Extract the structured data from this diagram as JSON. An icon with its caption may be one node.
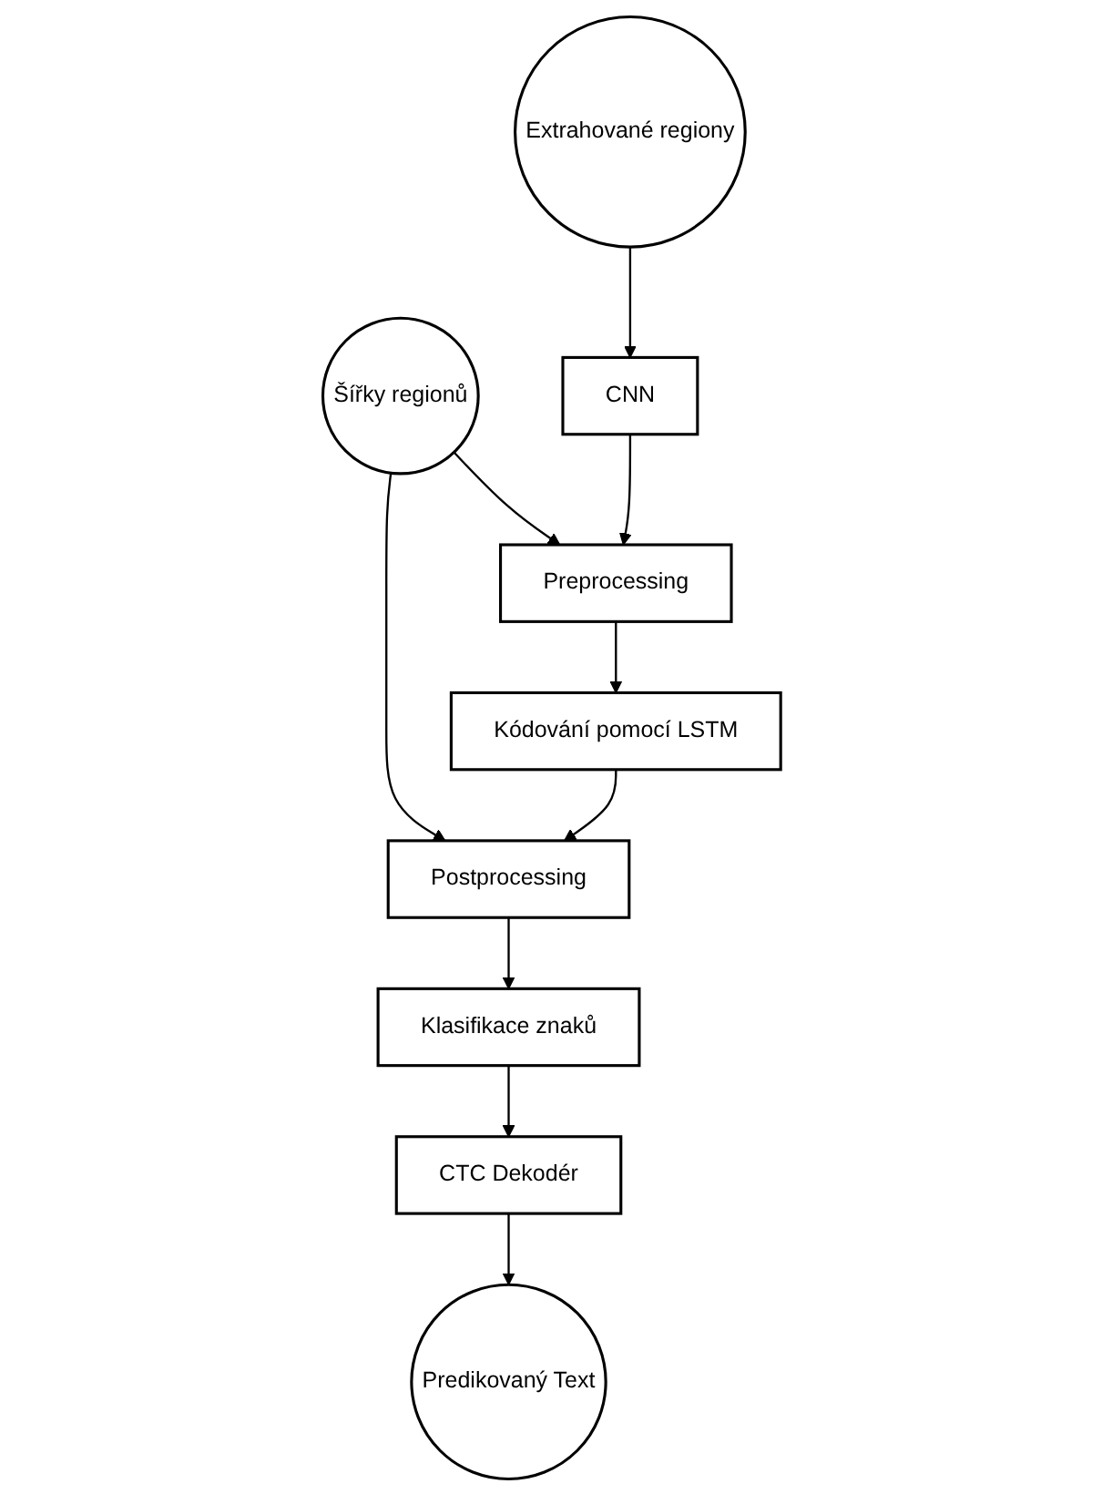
{
  "diagram": {
    "nodes": [
      {
        "text": [
          "Šířky regionů"
        ]
      },
      {
        "text": [
          "Extrahované regiony"
        ]
      },
      {
        "text": [
          "Preprocessing"
        ]
      },
      {
        "text": [
          "CNN"
        ]
      },
      {
        "text": [
          "Kódování pomocí LSTM"
        ]
      },
      {
        "text": [
          "Postprocessing"
        ]
      },
      {
        "text": [
          "Klasifikace znaků"
        ]
      },
      {
        "text": [
          "CTC Dekodér"
        ]
      },
      {
        "text": [
          "Predikovaný Text"
        ]
      }
    ],
    "edges": [
      {
        "from": 0,
        "to": 2,
        "arrow": "to"
      },
      {
        "from": 0,
        "to": 5,
        "arrow": "to"
      },
      {
        "from": 1,
        "to": 3,
        "arrow": "to"
      },
      {
        "from": 3,
        "to": 2,
        "arrow": "to"
      },
      {
        "from": 2,
        "to": 4,
        "arrow": "to"
      },
      {
        "from": 4,
        "to": 5,
        "arrow": "to"
      },
      {
        "from": 5,
        "to": 6,
        "arrow": "to"
      },
      {
        "from": 6,
        "to": 7,
        "arrow": "to"
      },
      {
        "from": 7,
        "to": 8,
        "arrow": "to"
      }
    ]
  }
}
